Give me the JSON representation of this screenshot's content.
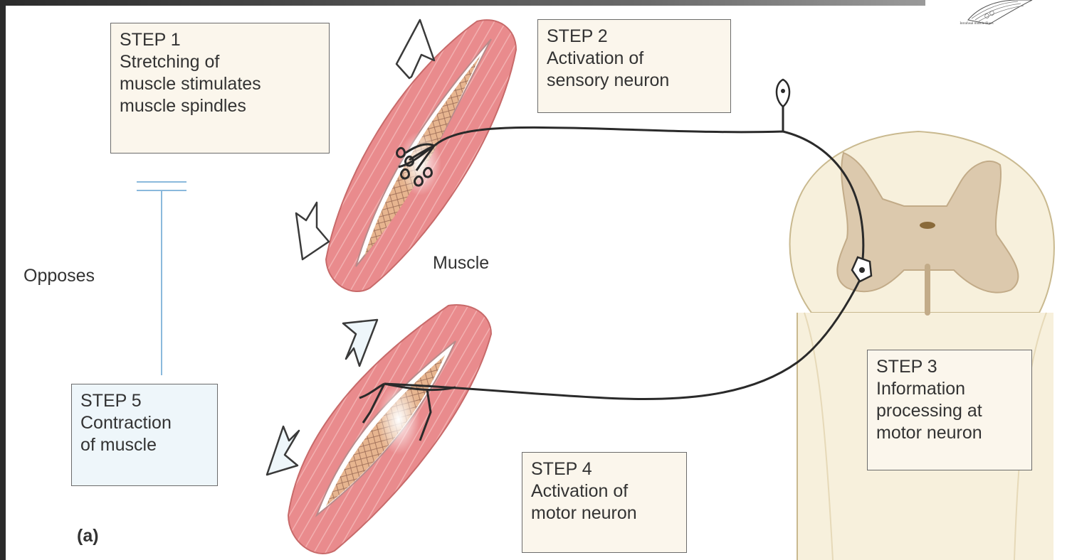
{
  "figure": {
    "panel_label": "(a)",
    "muscle_label": "Muscle",
    "opposes_label": "Opposes",
    "thumbnail_caption": "Intrafusal muscle fibers"
  },
  "steps": [
    {
      "title": "STEP 1",
      "lines": [
        "Stretching of",
        "muscle stimulates",
        "muscle spindles"
      ]
    },
    {
      "title": "STEP 2",
      "lines": [
        "Activation of",
        "sensory neuron"
      ]
    },
    {
      "title": "STEP 3",
      "lines": [
        "Information",
        "processing at",
        "motor neuron"
      ]
    },
    {
      "title": "STEP 4",
      "lines": [
        "Activation of",
        "motor neuron"
      ]
    },
    {
      "title": "STEP 5",
      "lines": [
        "Contraction",
        "of muscle"
      ]
    }
  ],
  "colors": {
    "muscle_fill": "#e98b8d",
    "muscle_stripe": "#f2b0b0",
    "spindle_fill": "#e7b58f",
    "spinal_outer": "#f7f0dc",
    "spinal_gray": "#dcc9ad",
    "box_tan": "#fbf6ec",
    "box_blue": "#eef6fa",
    "inhibit_line": "#8ab9dc"
  }
}
